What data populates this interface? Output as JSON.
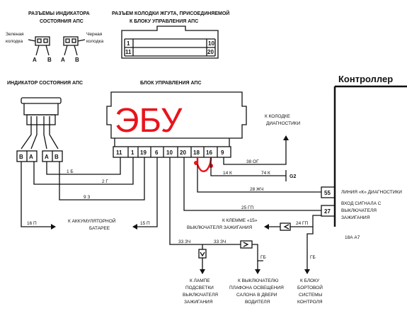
{
  "titles": {
    "connectors_indicator_l1": "РАЗЪЕМЫ ИНДИКАТОРА",
    "connectors_indicator_l2": "СОСТОЯНИЯ АПС",
    "harness_l1": "РАЗЪЕМ КОЛОДКИ ЖГУТА, ПРИСОЕДИНЯЕМОЙ",
    "harness_l2": "К БЛОКУ УПРАВЛЕНИЯ АПС",
    "indicator": "ИНДИКАТОР СОСТОЯНИЯ АПС",
    "control_unit": "БЛОК УПРАВЛЕНИЯ АПС",
    "controller": "Контроллер",
    "ecu_handwritten": "ЭБУ"
  },
  "connector_labels": {
    "green_l1": "Зеленая",
    "green_l2": "колодка",
    "black_l1": "Черная",
    "black_l2": "колодка",
    "a1": "A",
    "b1": "B",
    "a2": "A",
    "b2": "B"
  },
  "harness_pins": {
    "top_left": "1",
    "top_right": "10",
    "bottom_left": "11",
    "bottom_right": "20"
  },
  "ecu_pins": [
    "11",
    "1",
    "19",
    "6",
    "10",
    "20",
    "18",
    "16",
    "9"
  ],
  "indicator_pins": [
    "B",
    "A",
    "A",
    "B"
  ],
  "wires": {
    "w_1b": "1 Б",
    "w_2g": "2 Г",
    "w_93": "9 З",
    "w_16p": "16 П",
    "w_15p": "15 П",
    "w_38og": "38 ОГ",
    "w_14k": "14 К",
    "w_74k": "74 К",
    "w_28zhch": "28 ЖЧ",
    "w_25gp": "25 ГП",
    "w_24gp": "24 ГП",
    "w_33zch_a": "33 ЗЧ",
    "w_33zch_b": "33 ЗЧ",
    "w_gb1": "ГБ",
    "w_gb2": "ГБ",
    "g2": "G2"
  },
  "terminals": {
    "t55": "55",
    "t27": "27"
  },
  "notes": {
    "diag_l1": "К КОЛОДКЕ",
    "diag_l2": "ДИАГНОСТИКИ",
    "line_k": "ЛИНИЯ «К» ДИАГНОСТИКИ",
    "input_l1": "ВХОД СИГНАЛА С",
    "input_l2": "ВЫКЛЮЧАТЕЛЯ",
    "input_l3": "ЗАЖИГАНИЯ",
    "battery_l1": "К АККУМУЛЯТОРНОЙ",
    "battery_l2": "БАТАРЕЕ",
    "term15_l1": "К КЛЕММЕ «15»",
    "term15_l2": "ВЫКЛЮЧАТЕЛЯ ЗАЖИГАНИЯ",
    "lamp_l1": "К ЛАМПЕ",
    "lamp_l2": "ПОДСВЕТКИ",
    "lamp_l3": "ВЫКЛЮЧАТЕЛЯ",
    "lamp_l4": "ЗАЖИГАНИЯ",
    "switch_l1": "К ВЫКЛЮЧАТЕЛЮ",
    "switch_l2": "ПЛАФОНА ОСВЕЩЕНИЯ",
    "switch_l3": "САЛОНА В ДВЕРИ",
    "switch_l4": "ВОДИТЕЛЯ",
    "block_l1": "К БЛОКУ",
    "block_l2": "БОРТОВОЙ",
    "block_l3": "СИСТЕМЫ",
    "block_l4": "КОНТРОЛЯ",
    "code": "18А А7"
  },
  "colors": {
    "ink": "#111111",
    "annotation_red": "#e8141c"
  }
}
